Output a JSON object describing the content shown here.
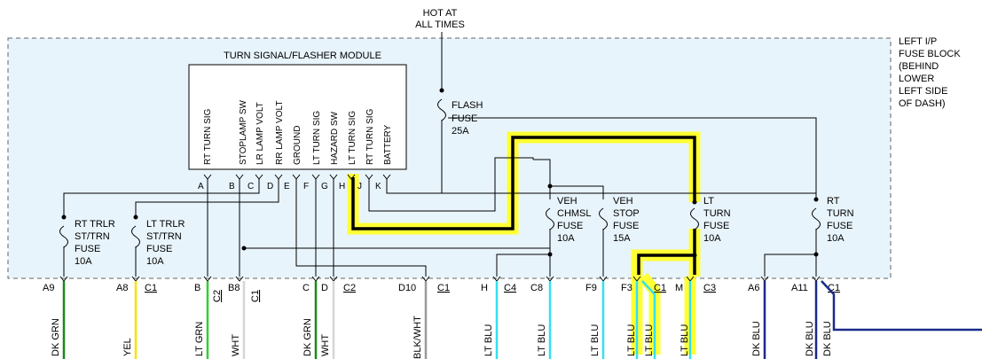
{
  "header": {
    "hot_line1": "HOT AT",
    "hot_line2": "ALL TIMES"
  },
  "fuse_block": {
    "lines": [
      "LEFT I/P",
      "FUSE BLOCK",
      "(BEHIND",
      "LOWER",
      "LEFT SIDE",
      "OF DASH)"
    ]
  },
  "module": {
    "title": "TURN SIGNAL/FLASHER MODULE",
    "pins": [
      {
        "label": "RT TURN SIG",
        "letter": "A"
      },
      {
        "label": "STOPLAMP SW",
        "letter": "B"
      },
      {
        "label": "LR LAMP VOLT",
        "letter": "C"
      },
      {
        "label": "RR LAMP VOLT",
        "letter": "D"
      },
      {
        "label": "GROUND",
        "letter": "E"
      },
      {
        "label": "LT TURN SIG",
        "letter": "F"
      },
      {
        "label": "HAZARD SW",
        "letter": "G"
      },
      {
        "label": "LT TURN SIG",
        "letter": "H"
      },
      {
        "label": "RT TURN SIG",
        "letter": "J"
      },
      {
        "label": "BATTERY",
        "letter": "K"
      }
    ]
  },
  "fuses": {
    "flash": [
      "FLASH",
      "FUSE",
      "25A"
    ],
    "rt_trlr": [
      "RT TRLR",
      "ST/TRN",
      "FUSE",
      "10A"
    ],
    "lt_trlr": [
      "LT TRLR",
      "ST/TRN",
      "FUSE",
      "10A"
    ],
    "veh_chmsl": [
      "VEH",
      "CHMSL",
      "FUSE",
      "10A"
    ],
    "veh_stop": [
      "VEH",
      "STOP",
      "FUSE",
      "15A"
    ],
    "lt_turn": [
      "LT",
      "TURN",
      "FUSE",
      "10A"
    ],
    "rt_turn": [
      "RT",
      "TURN",
      "FUSE",
      "10A"
    ]
  },
  "connectors": [
    {
      "pin": "A9",
      "conn": ""
    },
    {
      "pin": "A8",
      "conn": "C1"
    },
    {
      "pin": "B",
      "conn": "C2"
    },
    {
      "pin": "B8",
      "conn": "C1"
    },
    {
      "pin": "C",
      "conn": ""
    },
    {
      "pin": "D",
      "conn": "C2"
    },
    {
      "pin": "D10",
      "conn": "C1"
    },
    {
      "pin": "H",
      "conn": "C4"
    },
    {
      "pin": "C8",
      "conn": ""
    },
    {
      "pin": "F9",
      "conn": ""
    },
    {
      "pin": "F3",
      "conn": "C1"
    },
    {
      "pin": "M",
      "conn": "C3"
    },
    {
      "pin": "A6",
      "conn": ""
    },
    {
      "pin": "A11",
      "conn": "C1"
    }
  ],
  "wires": [
    {
      "label": "DK GRN",
      "color": "#1a8a1a"
    },
    {
      "label": "YEL",
      "color": "#f2e600"
    },
    {
      "label": "LT GRN",
      "color": "#33cc33"
    },
    {
      "label": "WHT",
      "color": "#d6d6d6"
    },
    {
      "label": "DK GRN",
      "color": "#1a8a1a"
    },
    {
      "label": "WHT",
      "color": "#d6d6d6"
    },
    {
      "label": "BLK/WHT",
      "color": "#999999"
    },
    {
      "label": "LT BLU",
      "color": "#33e0f0"
    },
    {
      "label": "LT BLU",
      "color": "#33e0f0"
    },
    {
      "label": "LT BLU",
      "color": "#33e0f0"
    },
    {
      "label": "LT BLU",
      "color": "#33e0f0"
    },
    {
      "label": "LT BLU",
      "color": "#33e0f0"
    },
    {
      "label": "LT BLU",
      "color": "#33e0f0"
    },
    {
      "label": "DK BLU",
      "color": "#1a2a8a"
    },
    {
      "label": "DK BLU",
      "color": "#1a2a8a"
    },
    {
      "label": "DK BLU",
      "color": "#1a2a8a"
    }
  ],
  "colors": {
    "block_fill": "#e8f4fb",
    "highlight": "#ffff33"
  }
}
